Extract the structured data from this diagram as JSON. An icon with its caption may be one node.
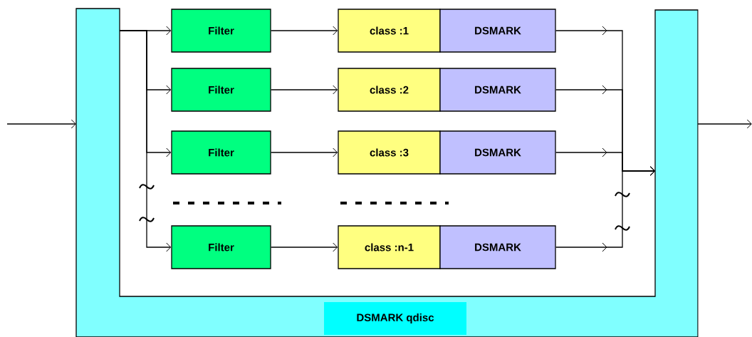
{
  "diagram": {
    "nodes": [
      {
        "text": [
          "DSMARK qdisc"
        ]
      },
      {
        "text": [
          "Filter"
        ]
      },
      {
        "text": [
          "class :1"
        ]
      },
      {
        "text": [
          "DSMARK"
        ]
      },
      {
        "text": [
          "Filter"
        ]
      },
      {
        "text": [
          "class :2"
        ]
      },
      {
        "text": [
          "DSMARK"
        ]
      },
      {
        "text": [
          "Filter"
        ]
      },
      {
        "text": [
          "class :3"
        ]
      },
      {
        "text": [
          "DSMARK"
        ]
      },
      {
        "text": [
          "Filter"
        ]
      },
      {
        "text": [
          "class :n-1"
        ]
      },
      {
        "text": [
          "DSMARK"
        ]
      }
    ],
    "edges": [
      {
        "from": null,
        "to": 0,
        "arrow": "to"
      },
      {
        "from": 0,
        "to": 1,
        "arrow": "to"
      },
      {
        "from": 0,
        "to": 4,
        "arrow": "to"
      },
      {
        "from": 0,
        "to": 7,
        "arrow": "to"
      },
      {
        "from": 0,
        "to": 10,
        "arrow": "to"
      },
      {
        "from": 1,
        "to": 2,
        "arrow": "to"
      },
      {
        "from": 4,
        "to": 5,
        "arrow": "to"
      },
      {
        "from": 7,
        "to": 8,
        "arrow": "to"
      },
      {
        "from": 10,
        "to": 11,
        "arrow": "to"
      },
      {
        "from": 3,
        "to": 0,
        "arrow": "to"
      },
      {
        "from": 6,
        "to": 0,
        "arrow": "to"
      },
      {
        "from": 9,
        "to": 0,
        "arrow": "to"
      },
      {
        "from": 12,
        "to": 0,
        "arrow": "to"
      },
      {
        "from": 0,
        "to": null,
        "arrow": "to"
      }
    ]
  }
}
